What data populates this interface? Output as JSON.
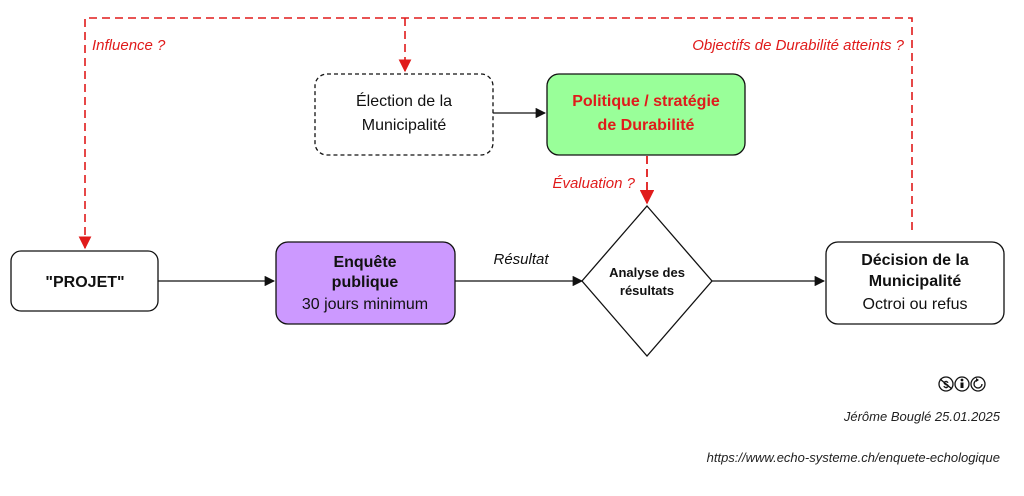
{
  "colors": {
    "red": "#e01b1b",
    "green_fill": "#99ff99",
    "purple_fill": "#cc99ff",
    "border": "#111111"
  },
  "nodes": {
    "election": {
      "line1": "Élection de la",
      "line2": "Municipalité"
    },
    "politique": {
      "line1": "Politique / stratégie",
      "line2": "de Durabilité"
    },
    "projet": {
      "label": "\"PROJET\""
    },
    "enquete": {
      "line1": "Enquête",
      "line2": "publique",
      "line3": "30 jours minimum"
    },
    "analyse": {
      "line1": "Analyse des",
      "line2": "résultats"
    },
    "decision": {
      "line1": "Décision de la",
      "line2": "Municipalité",
      "line3": "Octroi ou refus"
    }
  },
  "edge_labels": {
    "influence": "Influence ?",
    "objectifs": "Objectifs de Durabilité atteints ?",
    "evaluation": "Évaluation ?",
    "resultat": "Résultat"
  },
  "license_icons": [
    "cc-nc-icon",
    "cc-by-icon",
    "cc-sa-icon"
  ],
  "footer": {
    "author": "Jérôme Bouglé 25.01.2025",
    "url": "https://www.echo-systeme.ch/enquete-echologique"
  }
}
